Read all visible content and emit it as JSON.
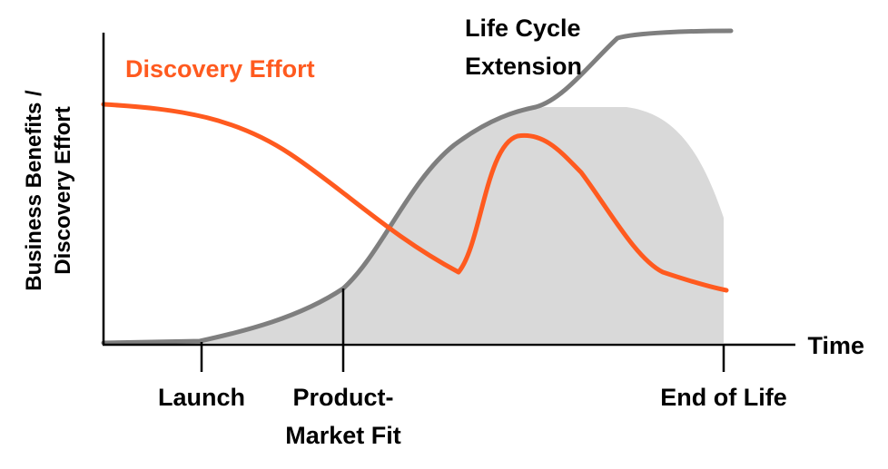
{
  "colors": {
    "discovery": "#FF5A1F",
    "lifecycle": "#7F7F7F",
    "area": "#D9D9D9",
    "axis": "#000000"
  },
  "labels": {
    "discovery_effort": "Discovery Effort",
    "lifecycle_line1": "Life Cycle",
    "lifecycle_line2": "Extension",
    "y_axis_line1": "Business Benefits /",
    "y_axis_line2": "Discovery Effort",
    "x_axis": "Time",
    "launch": "Launch",
    "pmf_line1": "Product-",
    "pmf_line2": "Market Fit",
    "end_of_life": "End of Life"
  }
}
